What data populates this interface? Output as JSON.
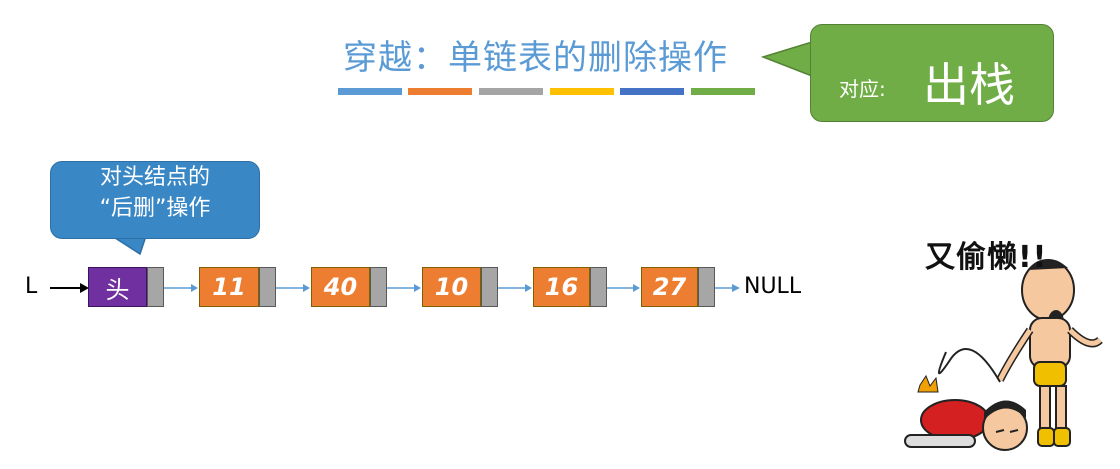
{
  "title": "穿越：单链表的删除操作",
  "color_bars": [
    "#5b9bd5",
    "#ed7d31",
    "#a5a5a5",
    "#ffc000",
    "#4472c4",
    "#70ad47"
  ],
  "callout_right": {
    "prefix": "对应:",
    "main": "出栈"
  },
  "callout_left": {
    "line1": "对头结点的",
    "line2": "“后删”操作"
  },
  "list": {
    "head_pointer": "L",
    "head_node": "头",
    "nodes": [
      "11",
      "40",
      "10",
      "16",
      "27"
    ],
    "tail": "NULL"
  },
  "cartoon": {
    "caption": "又偷懒!!"
  }
}
